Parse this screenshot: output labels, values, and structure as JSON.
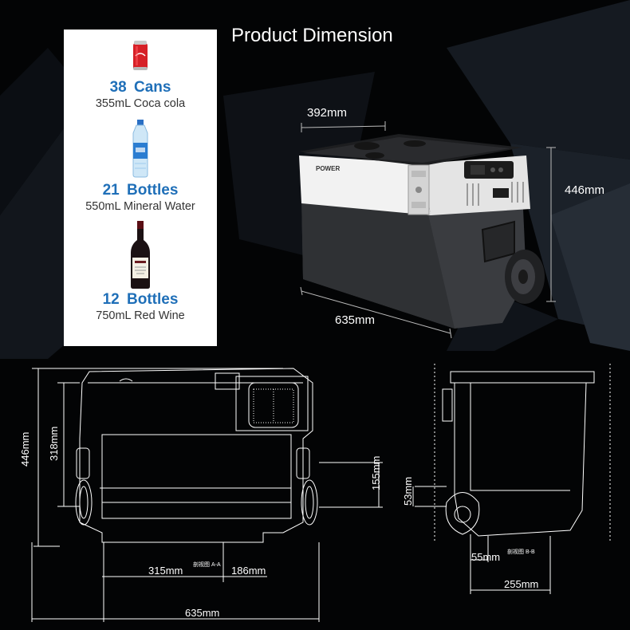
{
  "header": {
    "title": "Product Dimension"
  },
  "capacity": {
    "items": [
      {
        "icon": "soda-can-icon",
        "quantity": "38  Cans",
        "description": "355mL Coca cola"
      },
      {
        "icon": "water-bottle-icon",
        "quantity": "21  Bottles",
        "description": "550mL Mineral Water"
      },
      {
        "icon": "wine-bottle-icon",
        "quantity": "12  Bottles",
        "description": "750mL Red Wine"
      }
    ]
  },
  "product": {
    "brand": "POWER",
    "width_label": "392mm",
    "height_label": "446mm",
    "length_label": "635mm"
  },
  "drawing": {
    "front": {
      "height_total": "446mm",
      "height_body": "318mm",
      "height_inner": "155mm",
      "width_a": "315mm",
      "width_b": "186mm",
      "width_total": "635mm",
      "section_note": "剖视图 A-A"
    },
    "side": {
      "height_small": "53mm",
      "width_small": "55mm",
      "width_base": "255mm",
      "section_note": "剖视图 B-B"
    }
  },
  "colors": {
    "accent": "#1f6fb8",
    "background": "#000000",
    "line": "#ffffff"
  }
}
